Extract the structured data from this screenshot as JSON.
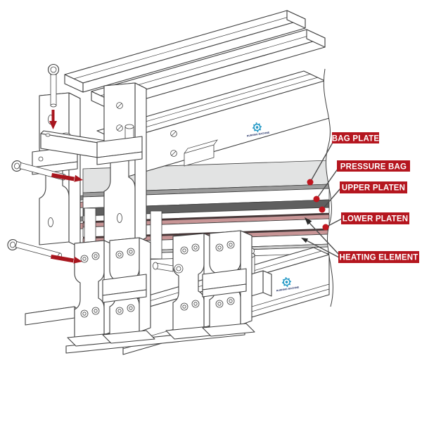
{
  "labels": [
    {
      "id": "bag-plate",
      "text": "BAG PLATE"
    },
    {
      "id": "pressure-bag",
      "text": "PRESSURE BAG"
    },
    {
      "id": "upper-platen",
      "text": "UPPER PLATEN"
    },
    {
      "id": "lower-platen",
      "text": "LOWER PLATEN"
    },
    {
      "id": "heating-element",
      "text": "HEATING ELEMENT"
    }
  ],
  "brand": {
    "icon": "gear-machine-logo-icon",
    "text": "RUNNING MACHINE"
  },
  "colors": {
    "label_bg": "#b5161f",
    "label_text": "#ffffff",
    "leader": "#4d4d4d",
    "dot_red": "#c0161f",
    "arrow_red": "#a8161e",
    "line_art": "#3f3f3f",
    "platen_light": "#e2e3e3",
    "platen_mid": "#9b9b9b",
    "platen_dark": "#5f5f5f",
    "heating_pink": "#c89596",
    "heating_line": "#4a3233",
    "logo_teal": "#2499c6",
    "logo_navy": "#16245c"
  }
}
